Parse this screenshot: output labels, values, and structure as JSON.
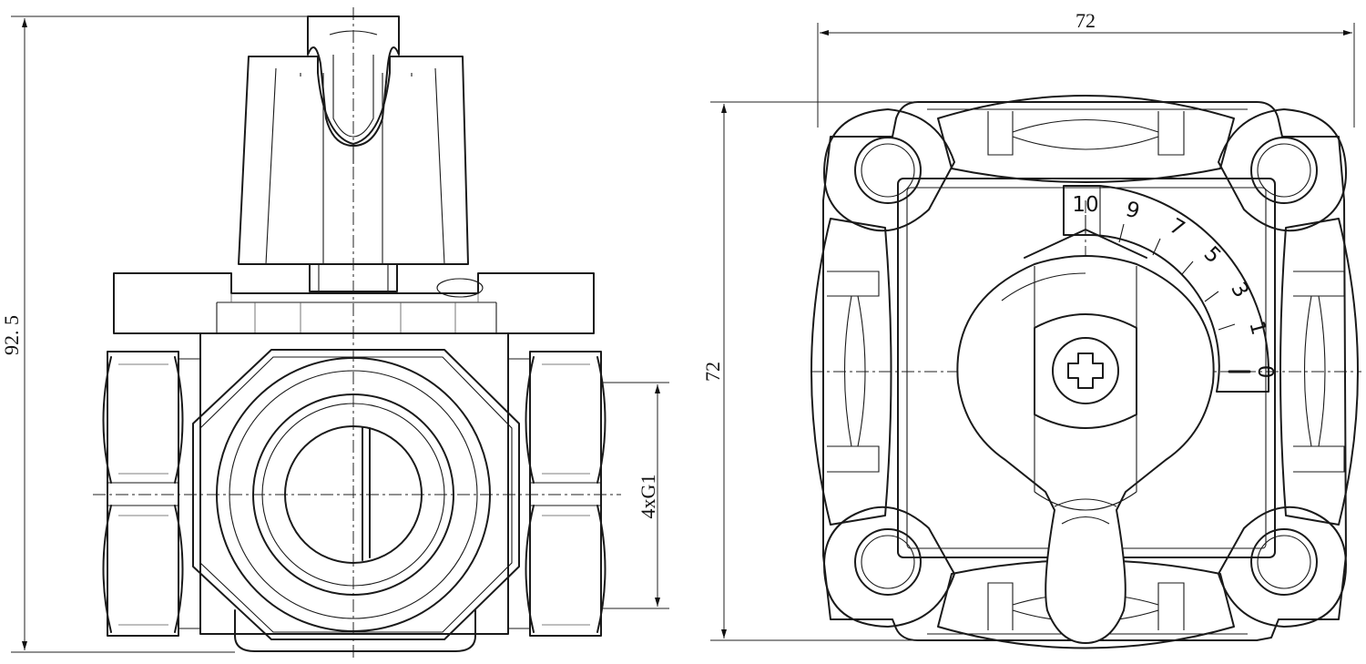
{
  "dimensions": {
    "overall_height": "92. 5",
    "thread_spec": "4xG1",
    "top_width": "72",
    "right_height": "72"
  },
  "scale_marks": [
    "10",
    "9",
    "7",
    "5",
    "3",
    "1",
    "0"
  ],
  "colors": {
    "line": "#1a1a1a",
    "background": "#ffffff"
  }
}
